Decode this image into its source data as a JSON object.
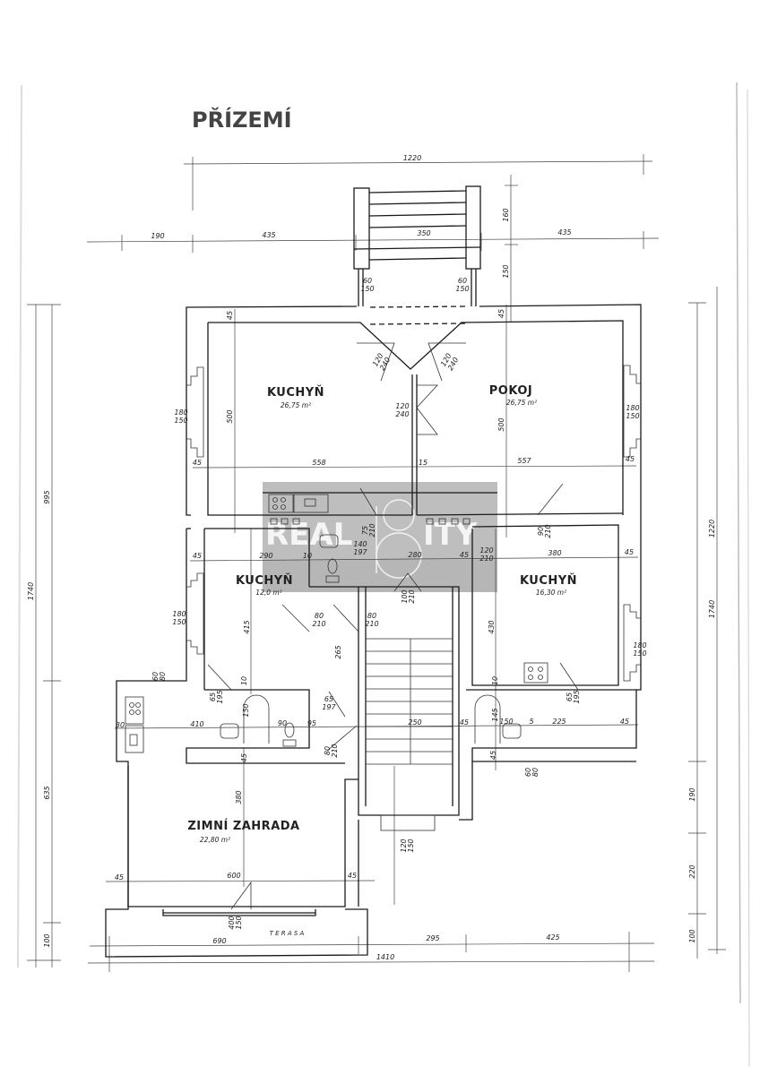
{
  "title": "PŘÍZEMÍ",
  "watermark": {
    "left": "REAL",
    "logo": "18",
    "right": "ITY"
  },
  "rooms": [
    {
      "name": "KUCHYŇ",
      "area": "26,75 m²"
    },
    {
      "name": "POKOJ",
      "area": "26,75 m²"
    },
    {
      "name": "KUCHYŇ",
      "area": "12,0 m²"
    },
    {
      "name": "KUCHYŇ",
      "area": "16,30 m²"
    },
    {
      "name": "ZIMNÍ ZAHRADA",
      "area": "22,80 m²"
    },
    {
      "name": "T E R A S A",
      "area": ""
    }
  ],
  "dimensions": [
    "1220",
    "190",
    "435",
    "350",
    "435",
    "160",
    "150",
    "45",
    "45",
    "500",
    "500",
    "45",
    "558",
    "15",
    "557",
    "45",
    "45",
    "290",
    "10",
    "280",
    "45",
    "380",
    "45",
    "415",
    "430",
    "265",
    "410",
    "30",
    "90",
    "95",
    "250",
    "45",
    "150",
    "5",
    "225",
    "45",
    "45",
    "45",
    "380",
    "600",
    "45",
    "45",
    "690",
    "295",
    "425",
    "1410",
    "1740",
    "995",
    "635",
    "100",
    "1220",
    "1740",
    "190",
    "220",
    "100",
    "150",
    "145",
    "10",
    "10"
  ],
  "openings": [
    {
      "top": "60",
      "bottom": "150"
    },
    {
      "top": "60",
      "bottom": "150"
    },
    {
      "top": "120",
      "bottom": "240"
    },
    {
      "top": "120",
      "bottom": "240"
    },
    {
      "top": "120",
      "bottom": "240"
    },
    {
      "top": "180",
      "bottom": "150"
    },
    {
      "top": "180",
      "bottom": "150"
    },
    {
      "top": "180",
      "bottom": "150"
    },
    {
      "top": "180",
      "bottom": "150"
    },
    {
      "top": "75",
      "bottom": "210"
    },
    {
      "top": "140",
      "bottom": "197"
    },
    {
      "top": "90",
      "bottom": "210"
    },
    {
      "top": "120",
      "bottom": "210"
    },
    {
      "top": "100",
      "bottom": "210"
    },
    {
      "top": "80",
      "bottom": "210"
    },
    {
      "top": "80",
      "bottom": "210"
    },
    {
      "top": "65",
      "bottom": "195"
    },
    {
      "top": "65",
      "bottom": "197"
    },
    {
      "top": "65",
      "bottom": "195"
    },
    {
      "top": "60",
      "bottom": "80"
    },
    {
      "top": "60",
      "bottom": "80"
    },
    {
      "top": "80",
      "bottom": "210"
    },
    {
      "top": "120",
      "bottom": "150"
    },
    {
      "top": "400",
      "bottom": "150"
    }
  ]
}
